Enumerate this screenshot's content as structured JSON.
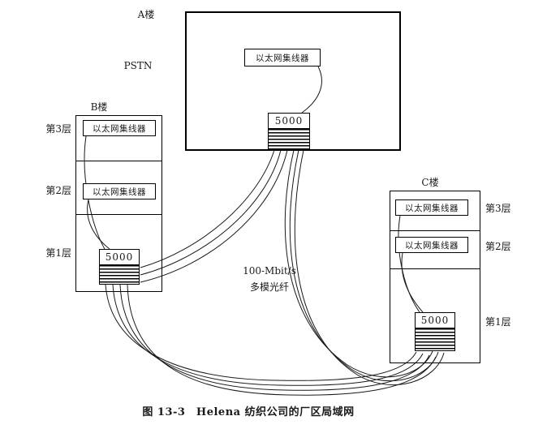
{
  "caption": "图 13-3　Helena 纺织公司的厂区局域网",
  "pstn": "PSTN",
  "fiber": {
    "line1": "100-Mbit/s",
    "line2": "多模光纤"
  },
  "building_a": {
    "name": "A楼",
    "hub": "以太网集线器",
    "switch": "5000"
  },
  "building_b": {
    "name": "B楼",
    "floor3_label": "第3层",
    "floor3_hub": "以太网集线器",
    "floor2_label": "第2层",
    "floor2_hub": "以太网集线器",
    "floor1_label": "第1层",
    "floor1_switch": "5000"
  },
  "building_c": {
    "name": "C楼",
    "floor3_label": "第3层",
    "floor3_hub": "以太网集线器",
    "floor2_label": "第2层",
    "floor2_hub": "以太网集线器",
    "floor1_label": "第1层",
    "floor1_switch": "5000"
  }
}
